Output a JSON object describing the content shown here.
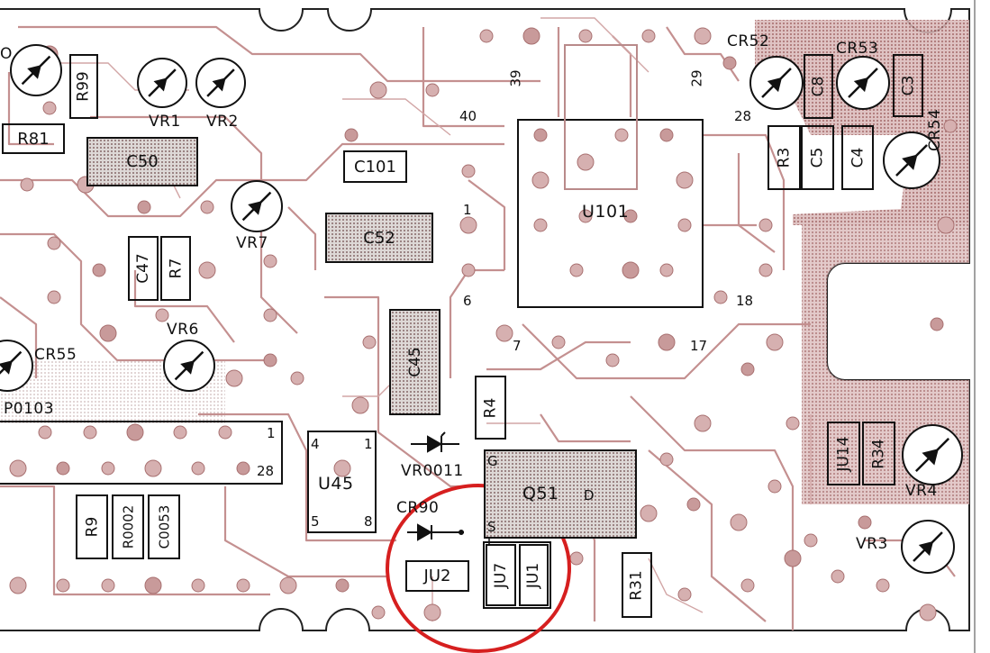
{
  "colors": {
    "trace": "#b07878",
    "copper": "#a05a5a",
    "ink": "#111111",
    "highlight": "#d61f1f",
    "paper": "#ffffff"
  },
  "components": {
    "cr52": "CR52",
    "cr53": "CR53",
    "cr54": "CR54",
    "cr55": "CR55",
    "cr90": "CR90",
    "c8": "C8",
    "c3": "C3",
    "c5": "C5",
    "c4": "C4",
    "r3": "R3",
    "r99": "R99",
    "r81": "R81",
    "c50": "C50",
    "vr1": "VR1",
    "vr2": "VR2",
    "c101": "C101",
    "c52": "C52",
    "vr7": "VR7",
    "u101": "U101",
    "c47": "C47",
    "r7": "R7",
    "vr6": "VR6",
    "c45": "C45",
    "r4": "R4",
    "p0103": "P0103",
    "u45": "U45",
    "vr0011": "VR0011",
    "q51": "Q51",
    "r9": "R9",
    "r0002": "R0002",
    "c0053": "C0053",
    "ju2": "JU2",
    "ju7": "JU7",
    "ju1": "JU1",
    "r31": "R31",
    "ju14": "JU14",
    "r34": "R34",
    "vr4": "VR4",
    "vr3": "VR3"
  },
  "pins": {
    "u101_39": "39",
    "u101_40": "40",
    "u101_29": "29",
    "u101_28": "28",
    "u101_1": "1",
    "u101_6": "6",
    "u101_7": "7",
    "u101_17": "17",
    "u101_18": "18",
    "u45_4": "4",
    "u45_1": "1",
    "u45_5": "5",
    "u45_8": "8",
    "p0103_1": "1",
    "p0103_28": "28",
    "q51_g": "G",
    "q51_s": "S",
    "q51_d": "D",
    "edge_o": "O"
  },
  "icons": [
    "trimmer-potentiometer-icon",
    "diode-icon",
    "zener-diode-icon"
  ]
}
